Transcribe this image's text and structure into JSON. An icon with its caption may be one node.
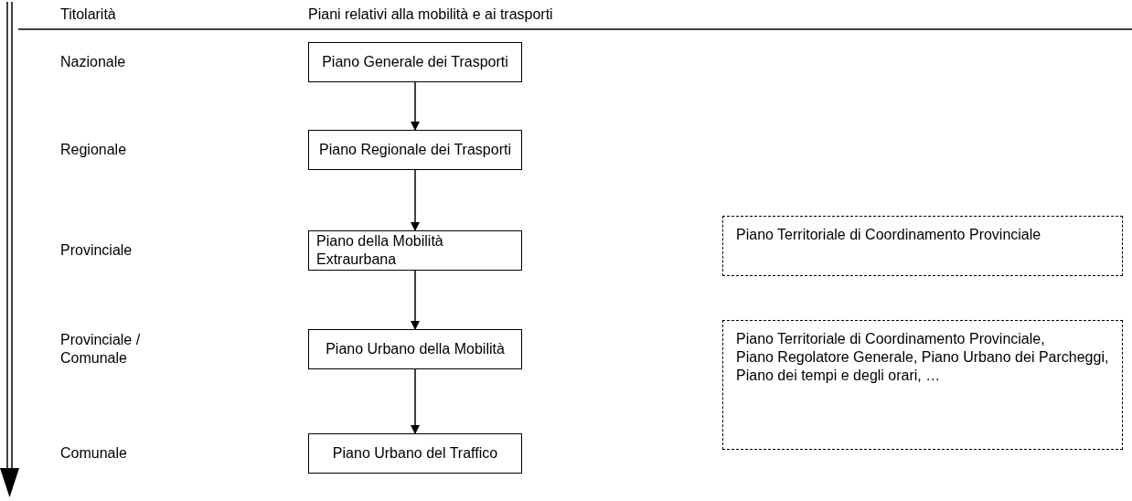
{
  "diagram": {
    "nodes": [
      {
        "text": [
          "Piano Generale dei Trasporti"
        ]
      },
      {
        "text": [
          "Piano Regionale dei Trasporti"
        ]
      },
      {
        "text": [
          "Piano della Mobilità Extraurbana"
        ]
      },
      {
        "text": [
          "Piano Urbano della Mobilità"
        ]
      },
      {
        "text": [
          "Piano Urbano del Traffico"
        ]
      },
      {
        "text": [
          "Piano Territoriale di Coordinamento Provinciale"
        ]
      },
      {
        "text": [
          "Piano Territoriale di Coordinamento Provinciale,",
          "Piano Regolatore Generale, Piano Urbano dei Parcheggi, Piano dei tempi e degli orari, …"
        ]
      }
    ],
    "edges": [
      {
        "from": 0,
        "to": 1,
        "arrow": "to"
      },
      {
        "from": 1,
        "to": 2,
        "arrow": "to"
      },
      {
        "from": 2,
        "to": 3,
        "arrow": "to"
      },
      {
        "from": 3,
        "to": 4,
        "arrow": "to"
      }
    ],
    "labels": [
      "Titolarità",
      "Piani relativi alla mobilità e ai trasporti",
      "Nazionale",
      "Regionale",
      "Provinciale",
      "Provinciale / Comunale",
      "Comunale"
    ]
  }
}
